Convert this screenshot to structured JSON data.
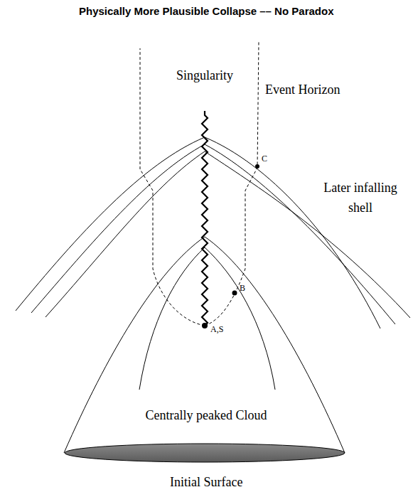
{
  "diagram": {
    "title": "Physically More Plausible Collapse –– No Paradox",
    "labels": [
      "Singularity",
      "Event Horizon",
      "C",
      "Later infalling shell",
      "B",
      "A,S",
      "Centrally peaked Cloud",
      "Initial Surface"
    ]
  }
}
